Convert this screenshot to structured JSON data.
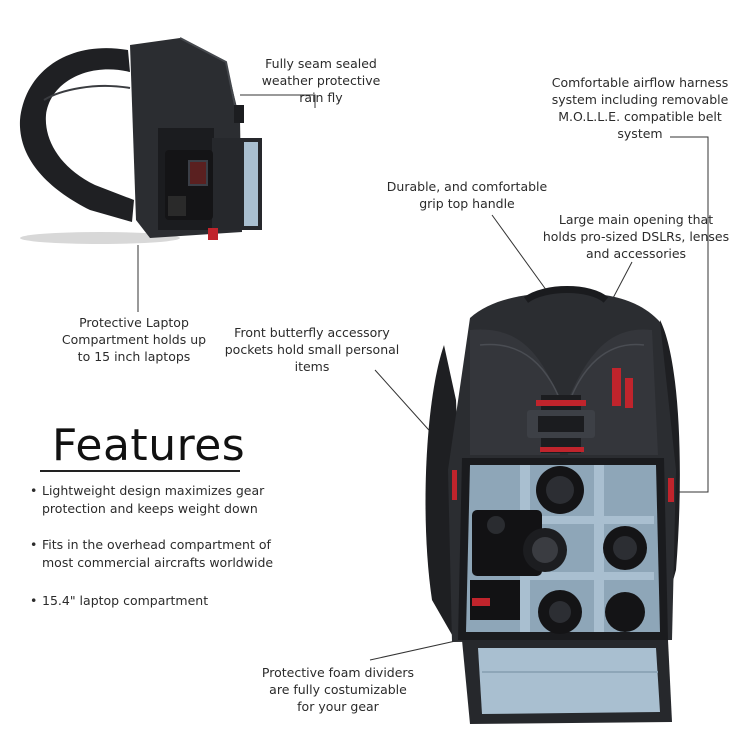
{
  "callouts": {
    "rain_fly": [
      "Fully seam sealed",
      "weather protective",
      "rain fly"
    ],
    "harness": [
      "Comfortable airflow harness",
      "system including removable",
      "M.O.L.L.E. compatible belt",
      "system"
    ],
    "handle": [
      "Durable, and comfortable",
      "grip top handle"
    ],
    "main_opening": [
      "Large main opening that",
      "holds pro-sized DSLRs, lenses",
      "and accessories"
    ],
    "laptop": [
      "Protective Laptop",
      "Compartment holds up",
      "to 15 inch laptops"
    ],
    "pockets": [
      "Front butterfly accessory",
      "pockets hold small personal",
      "items"
    ],
    "dividers": [
      "Protective foam dividers",
      "are fully costumizable",
      "for your gear"
    ]
  },
  "features": {
    "title": "Features",
    "items": [
      [
        "Lightweight design maximizes gear",
        "protection and keeps weight down"
      ],
      [
        "Fits in the overhead compartment of",
        "most commercial aircrafts worldwide"
      ],
      [
        "15.4\" laptop compartment"
      ]
    ],
    "bullet": "•"
  },
  "colors": {
    "bag": "#2b2d31",
    "accent": "#c0242c",
    "interior": "#a9bfd0"
  }
}
